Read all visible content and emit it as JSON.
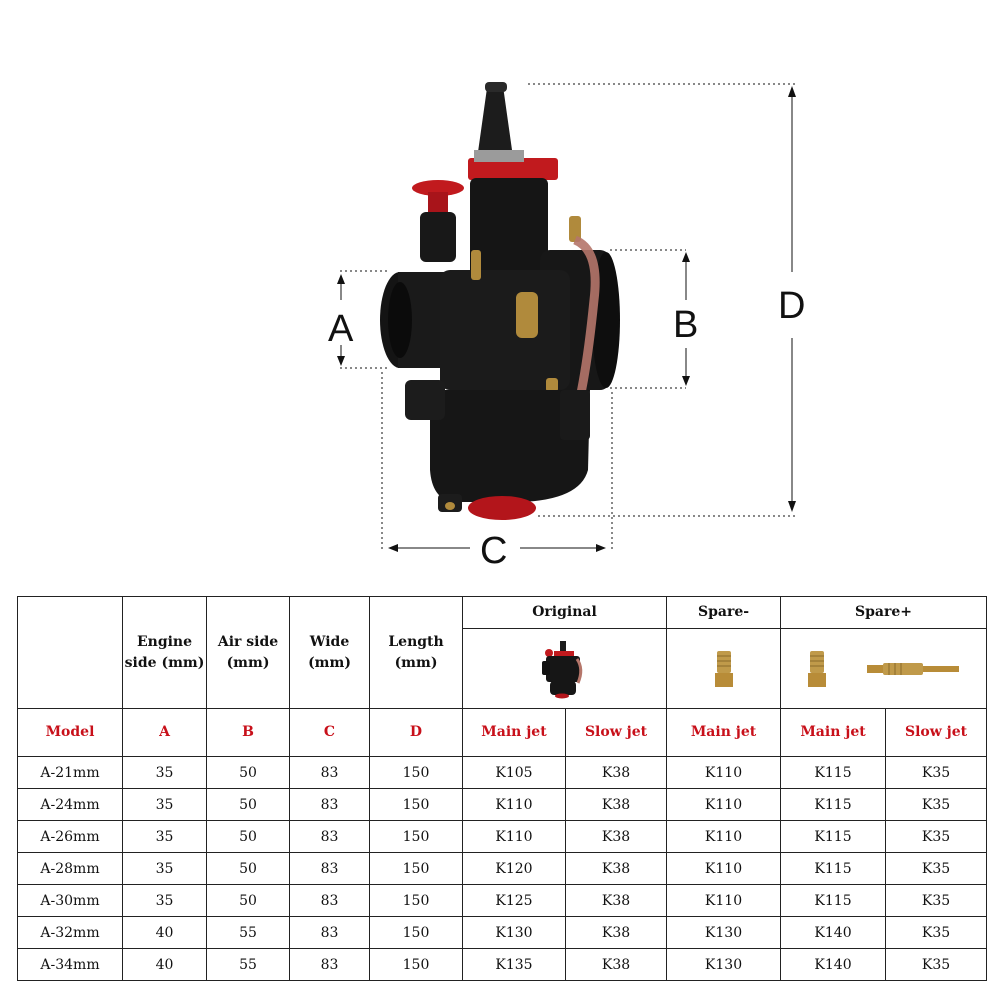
{
  "dimensions": {
    "a": "A",
    "b": "B",
    "c": "C",
    "d": "D"
  },
  "table": {
    "headers": {
      "engine_side": "Engine side (mm)",
      "air_side": "Air side (mm)",
      "wide": "Wide (mm)",
      "length": "Length (mm)",
      "original": "Original",
      "spare_minus": "Spare-",
      "spare_plus": "Spare+"
    },
    "keys": {
      "model": "Model",
      "a": "A",
      "b": "B",
      "c": "C",
      "d": "D",
      "orig_main": "Main jet",
      "orig_slow": "Slow jet",
      "spare_minus_main": "Main jet",
      "spare_plus_main": "Main jet",
      "spare_plus_slow": "Slow jet"
    },
    "rows": [
      {
        "model": "A-21mm",
        "a": "35",
        "b": "50",
        "c": "83",
        "d": "150",
        "main": "K105",
        "slow": "K38",
        "sm_main": "K110",
        "sp_main": "K115",
        "sp_slow": "K35"
      },
      {
        "model": "A-24mm",
        "a": "35",
        "b": "50",
        "c": "83",
        "d": "150",
        "main": "K110",
        "slow": "K38",
        "sm_main": "K110",
        "sp_main": "K115",
        "sp_slow": "K35"
      },
      {
        "model": "A-26mm",
        "a": "35",
        "b": "50",
        "c": "83",
        "d": "150",
        "main": "K110",
        "slow": "K38",
        "sm_main": "K110",
        "sp_main": "K115",
        "sp_slow": "K35"
      },
      {
        "model": "A-28mm",
        "a": "35",
        "b": "50",
        "c": "83",
        "d": "150",
        "main": "K120",
        "slow": "K38",
        "sm_main": "K110",
        "sp_main": "K115",
        "sp_slow": "K35"
      },
      {
        "model": "A-30mm",
        "a": "35",
        "b": "50",
        "c": "83",
        "d": "150",
        "main": "K125",
        "slow": "K38",
        "sm_main": "K110",
        "sp_main": "K115",
        "sp_slow": "K35"
      },
      {
        "model": "A-32mm",
        "a": "40",
        "b": "55",
        "c": "83",
        "d": "150",
        "main": "K130",
        "slow": "K38",
        "sm_main": "K130",
        "sp_main": "K140",
        "sp_slow": "K35"
      },
      {
        "model": "A-34mm",
        "a": "40",
        "b": "55",
        "c": "83",
        "d": "150",
        "main": "K135",
        "slow": "K38",
        "sm_main": "K130",
        "sp_main": "K140",
        "sp_slow": "K35"
      }
    ]
  }
}
